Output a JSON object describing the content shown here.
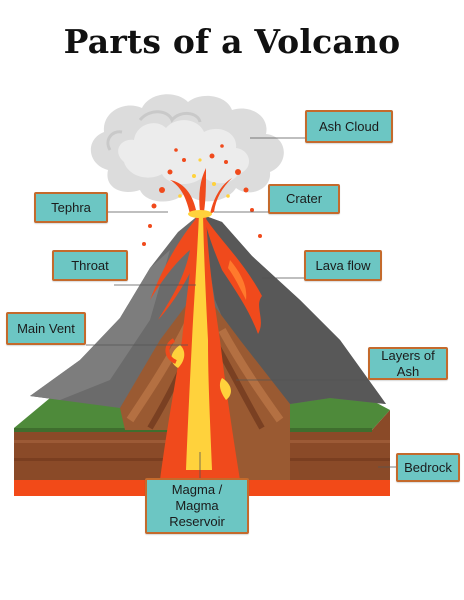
{
  "title": "Parts of a Volcano",
  "labels": {
    "ash_cloud": "Ash Cloud",
    "tephra": "Tephra",
    "crater": "Crater",
    "throat": "Throat",
    "lava_flow": "Lava flow",
    "main_vent": "Main Vent",
    "layers_of_ash": "Layers of Ash",
    "bedrock": "Bedrock",
    "magma_line1": "Magma /",
    "magma_line2": "Magma Reservoir"
  },
  "colors": {
    "label_fill": "#6cc6c3",
    "label_border": "#c46a2c",
    "lava": "#f04a1c",
    "magma_core": "#ffd23c",
    "rock_grey": "#6b6b6b",
    "grass": "#4e8a3a",
    "soil": "#8a4a28"
  }
}
